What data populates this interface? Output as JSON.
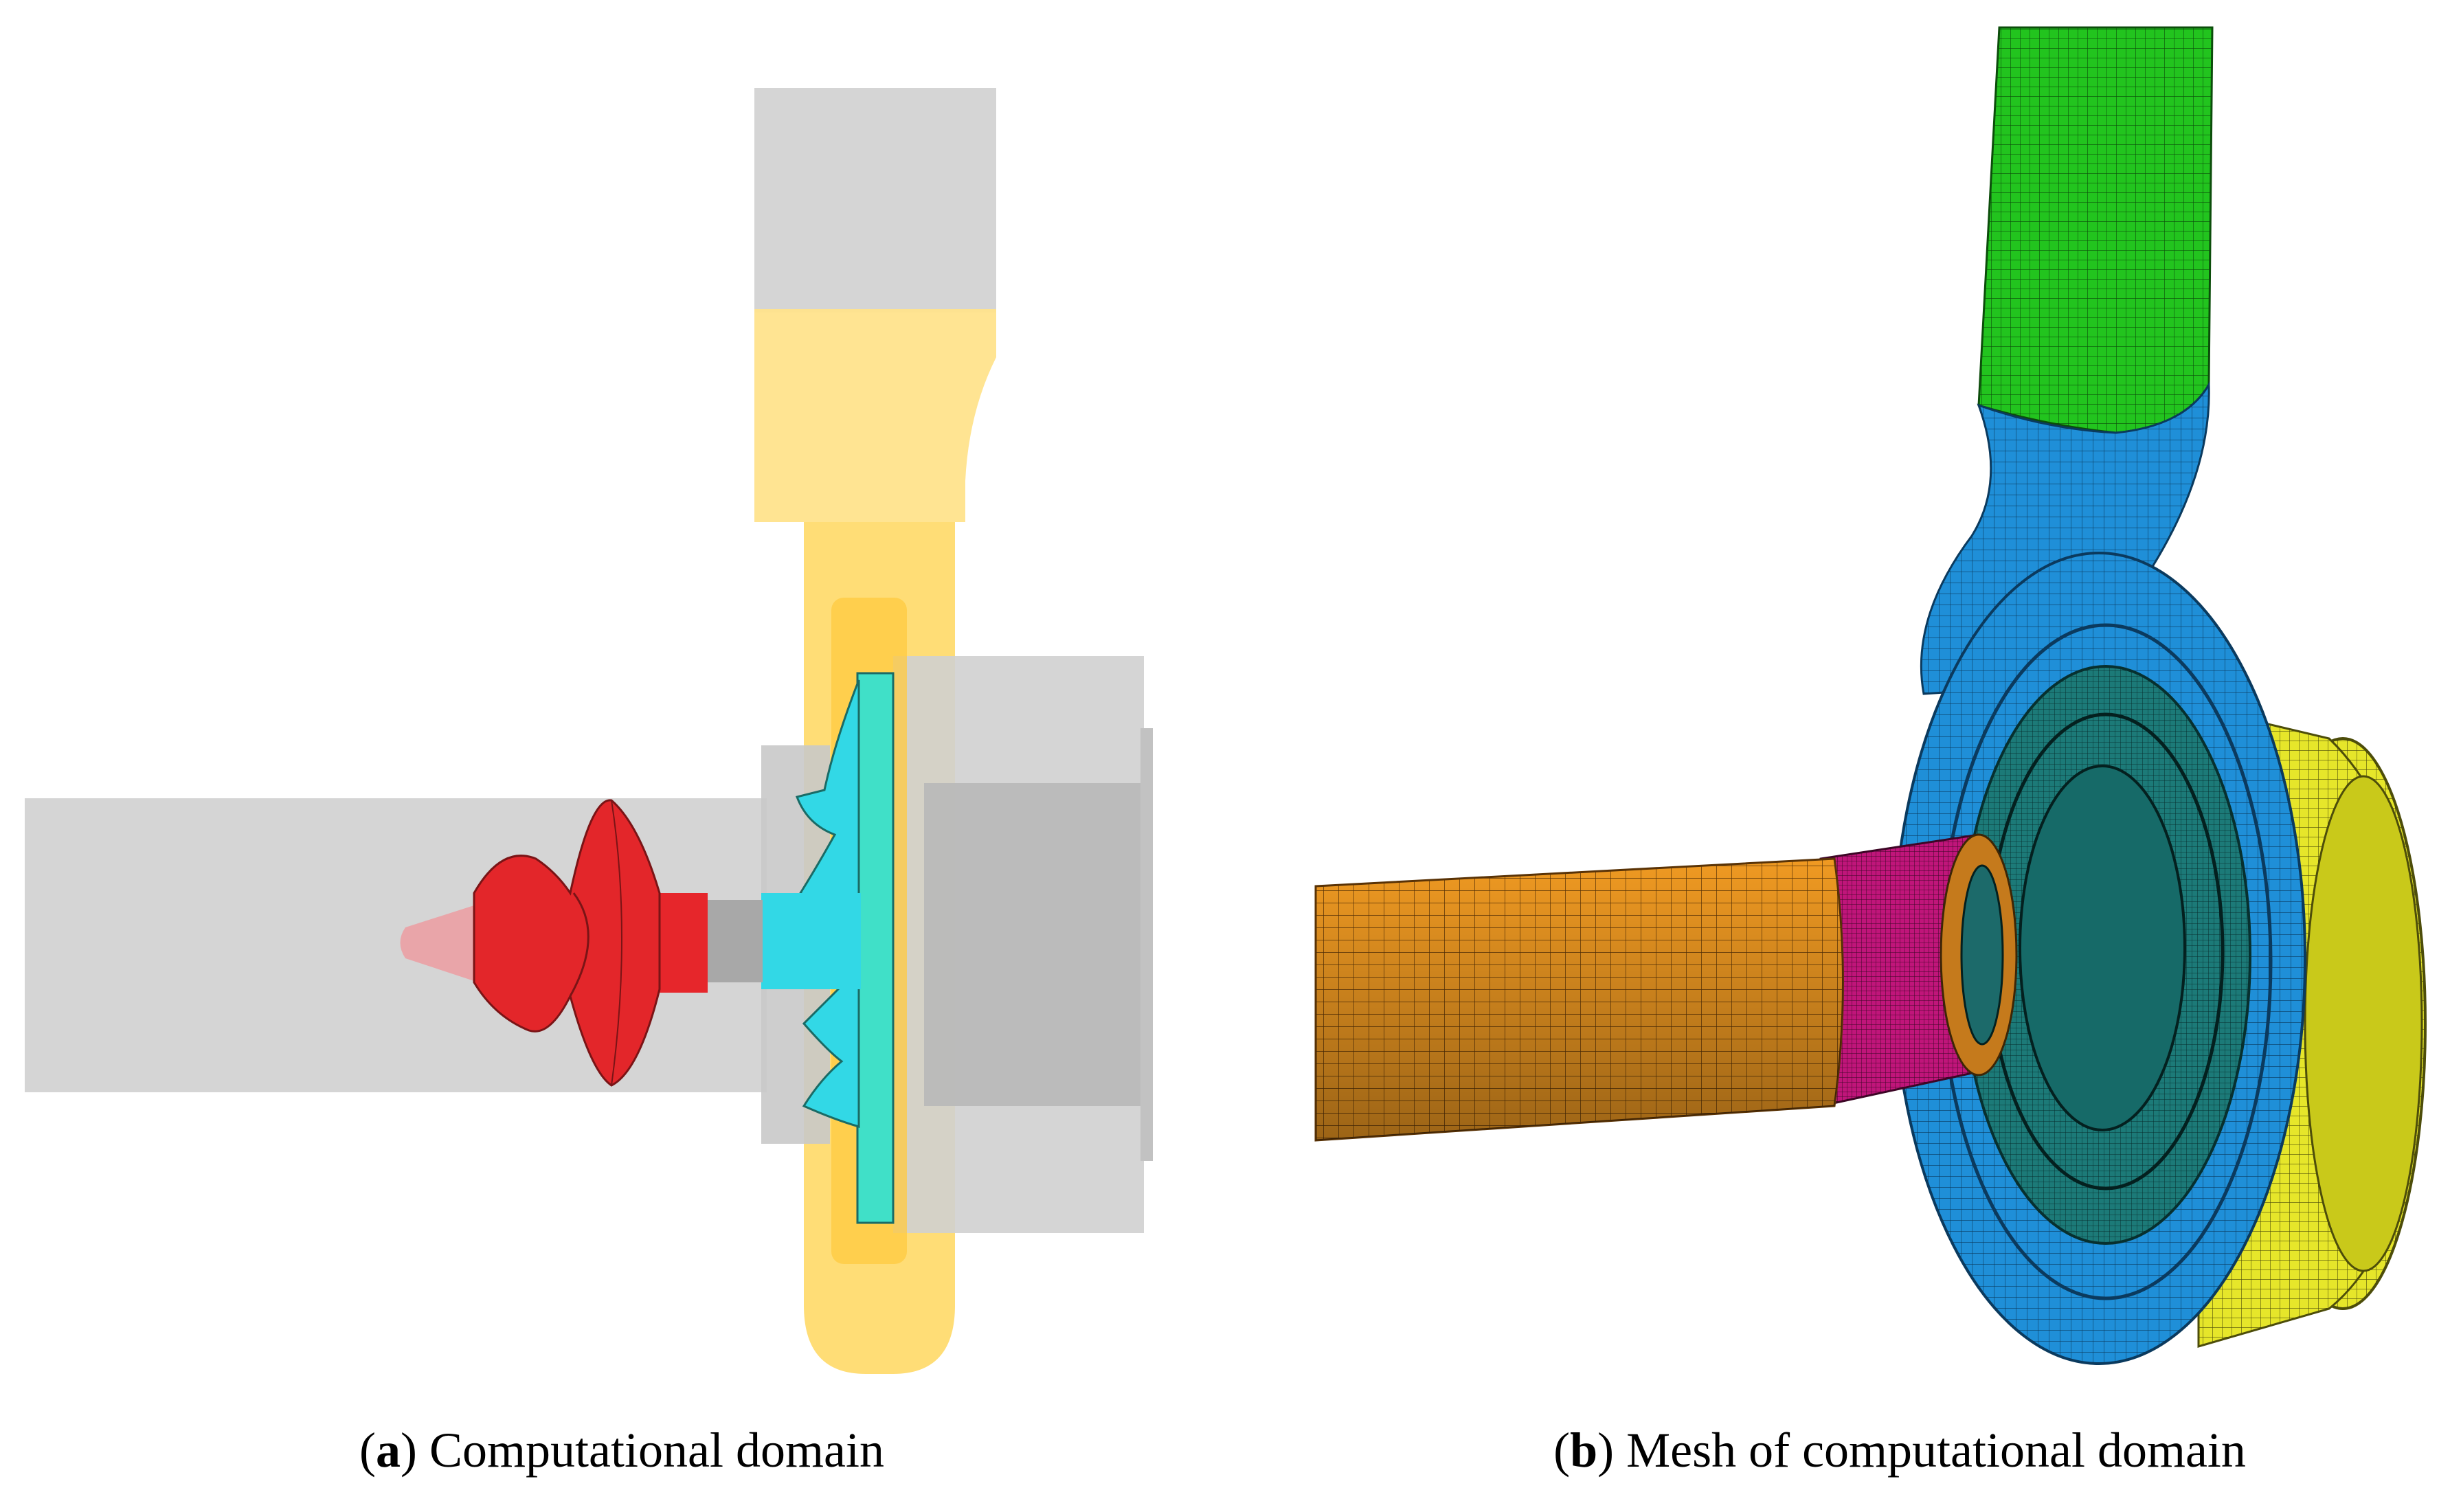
{
  "captions": {
    "a": {
      "letter": "a",
      "text": "Computational domain"
    },
    "b": {
      "letter": "b",
      "text": "Mesh of computational domain"
    }
  },
  "colors": {
    "inlet_pipe": "#d6d6d6",
    "inducer": "#e8282b",
    "impeller": "#3fe0d0",
    "volute": "#ffd35a",
    "outlet_pipe": "#d6d6d6",
    "mesh_outlet": "#22c41e",
    "mesh_volute": "#1f8fd8",
    "mesh_inlet": "#f0901c",
    "mesh_inducer": "#c0157a",
    "mesh_chamber": "#e6e62a",
    "mesh_impeller": "#1a7f7f"
  }
}
